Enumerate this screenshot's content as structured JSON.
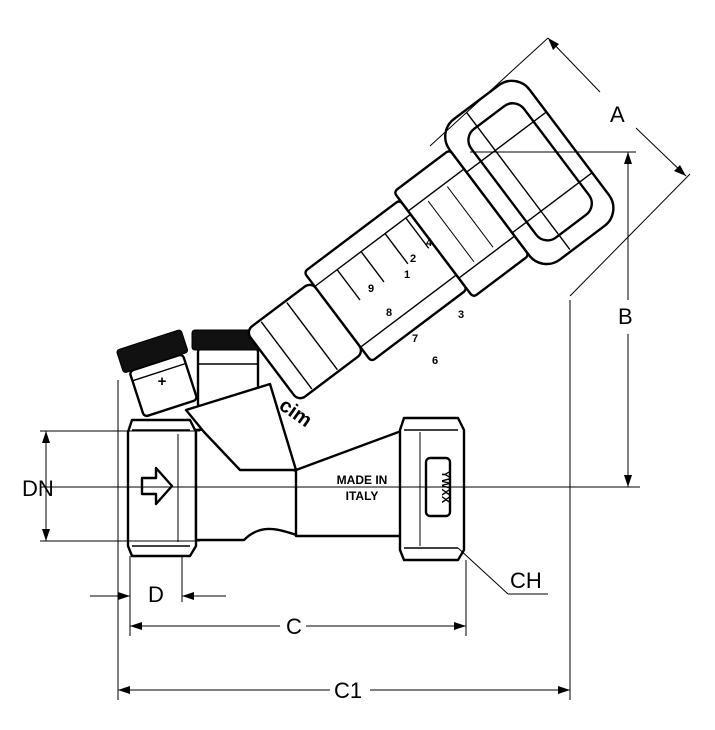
{
  "dimensions": {
    "A": "A",
    "B": "B",
    "C": "C",
    "C1": "C1",
    "D": "D",
    "DN": "DN",
    "CH": "CH"
  },
  "valve_body": {
    "brand_mark": "cim",
    "made_in_line1": "MADE IN",
    "made_in_line2": "ITALY",
    "plus_mark": "+",
    "logo_mark": "YWXX"
  },
  "scale": {
    "large_numbers": [
      "6",
      "7",
      "8",
      "9"
    ],
    "small_numbers": [
      "1",
      "2",
      "3",
      "4"
    ]
  }
}
